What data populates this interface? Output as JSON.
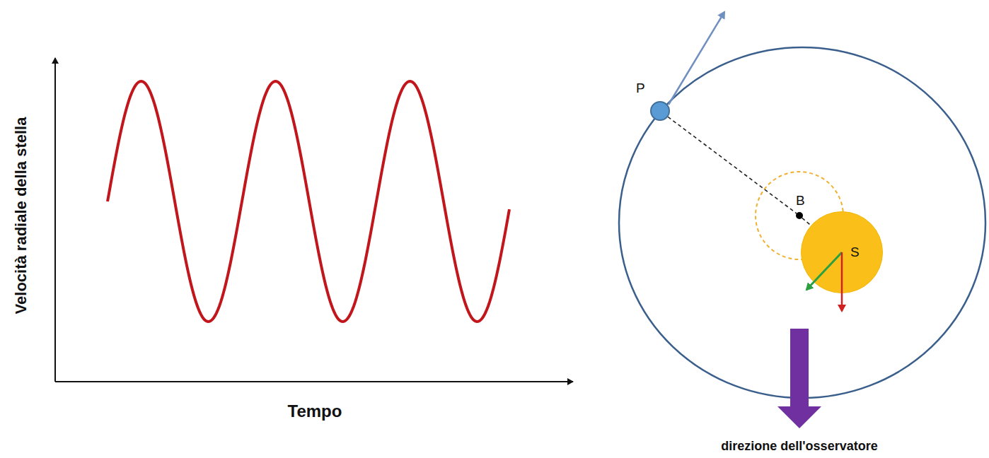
{
  "diagram": {
    "nodes": [
      {
        "text": [
          "P"
        ]
      },
      {
        "text": [
          "B"
        ]
      },
      {
        "text": [
          "S"
        ]
      }
    ],
    "edges": [
      {
        "from": 0,
        "to": 1,
        "arrow": "none"
      },
      {
        "from": 1,
        "to": 2,
        "arrow": "none"
      }
    ],
    "labels": [
      "Velocità radiale della stella",
      "Tempo",
      "direzione dell'osservatore"
    ]
  }
}
